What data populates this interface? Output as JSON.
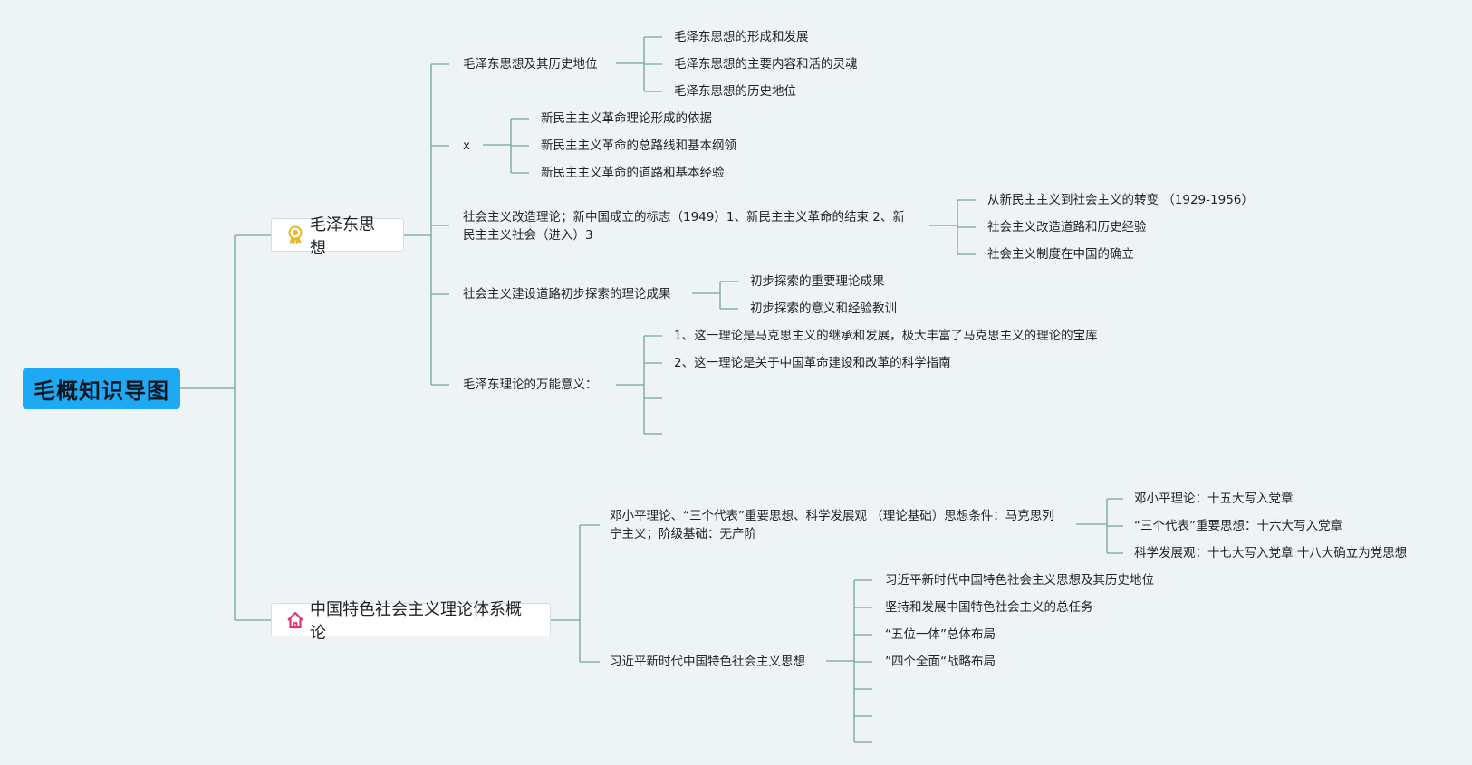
{
  "root": {
    "label": "毛概知识导图"
  },
  "branches": [
    {
      "label": "毛泽东思想",
      "icon": "award-ribbon-icon",
      "children": [
        {
          "label": "毛泽东思想及其历史地位",
          "children": [
            "毛泽东思想的形成和发展",
            "毛泽东思想的主要内容和活的灵魂",
            "毛泽东思想的历史地位"
          ]
        },
        {
          "label": "x",
          "children": [
            "新民主主义革命理论形成的依据",
            "新民主主义革命的总路线和基本纲领",
            "新民主主义革命的道路和基本经验"
          ]
        },
        {
          "label": "社会主义改造理论；新中国成立的标志（1949）1、新民主主义革命的结束 2、新民主主义社会（进入）3",
          "children": [
            "从新民主主义到社会主义的转变 （1929-1956）",
            "社会主义改造道路和历史经验",
            "社会主义制度在中国的确立"
          ]
        },
        {
          "label": "社会主义建设道路初步探索的理论成果",
          "children": [
            "初步探索的重要理论成果",
            "初步探索的意义和经验教训"
          ]
        },
        {
          "label": "毛泽东理论的万能意义：",
          "children": [
            "1、这一理论是马克思主义的继承和发展，极大丰富了马克思主义的理论的宝库",
            "2、这一理论是关于中国革命建设和改革的科学指南",
            "",
            ""
          ]
        }
      ]
    },
    {
      "label": "中国特色社会主义理论体系概论",
      "icon": "house-icon",
      "children": [
        {
          "label": "邓小平理论、“三个代表”重要思想、科学发展观 （理论基础）思想条件：马克思列宁主义；阶级基础：无产阶",
          "children": [
            "邓小平理论：十五大写入党章",
            "“三个代表”重要思想：十六大写入党章",
            "科学发展观：十七大写入党章 十八大确立为党思想"
          ]
        },
        {
          "label": "习近平新时代中国特色社会主义思想",
          "children": [
            "习近平新时代中国特色社会主义思想及其历史地位",
            "坚持和发展中国特色社会主义的总任务",
            "“五位一体”总体布局",
            "”四个全面“战略布局",
            "",
            "",
            ""
          ]
        }
      ]
    }
  ],
  "colors": {
    "root_bg": "#1da9f3",
    "line": "#6fa898",
    "background": "#eef3f6"
  }
}
